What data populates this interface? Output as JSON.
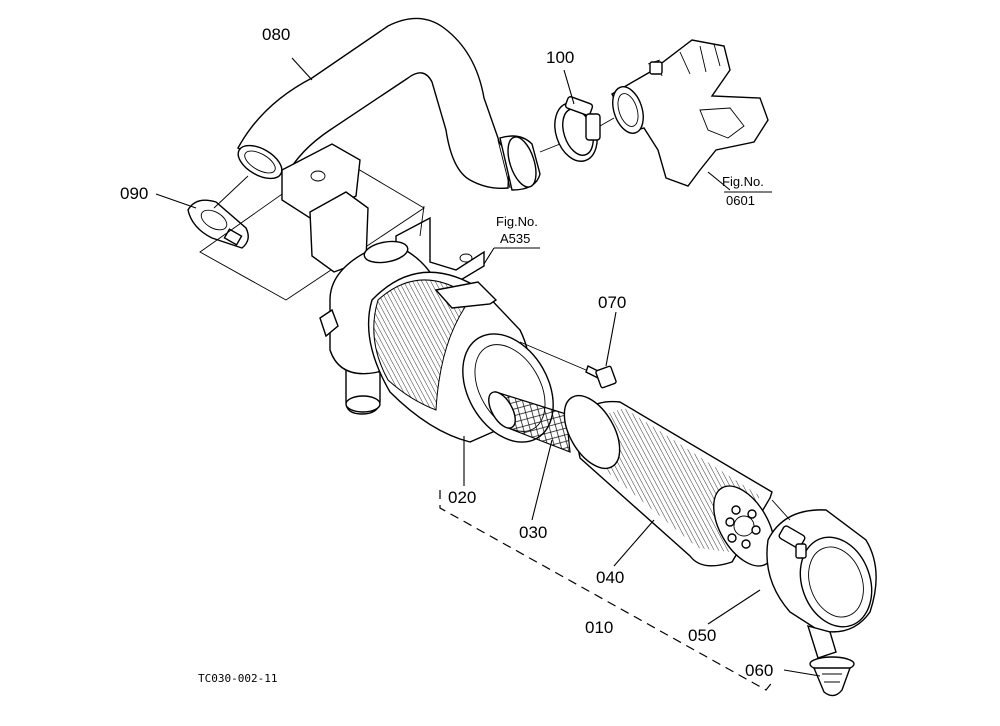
{
  "callouts": {
    "p010": "010",
    "p020": "020",
    "p030": "030",
    "p040": "040",
    "p050": "050",
    "p060": "060",
    "p070": "070",
    "p080": "080",
    "p090": "090",
    "p100": "100"
  },
  "references": {
    "fig_a535_line1": "Fig.No.",
    "fig_a535_line2": "A535",
    "fig_0601_line1": "Fig.No.",
    "fig_0601_line2": "0601"
  },
  "drawing_code": "TC030-002-11"
}
